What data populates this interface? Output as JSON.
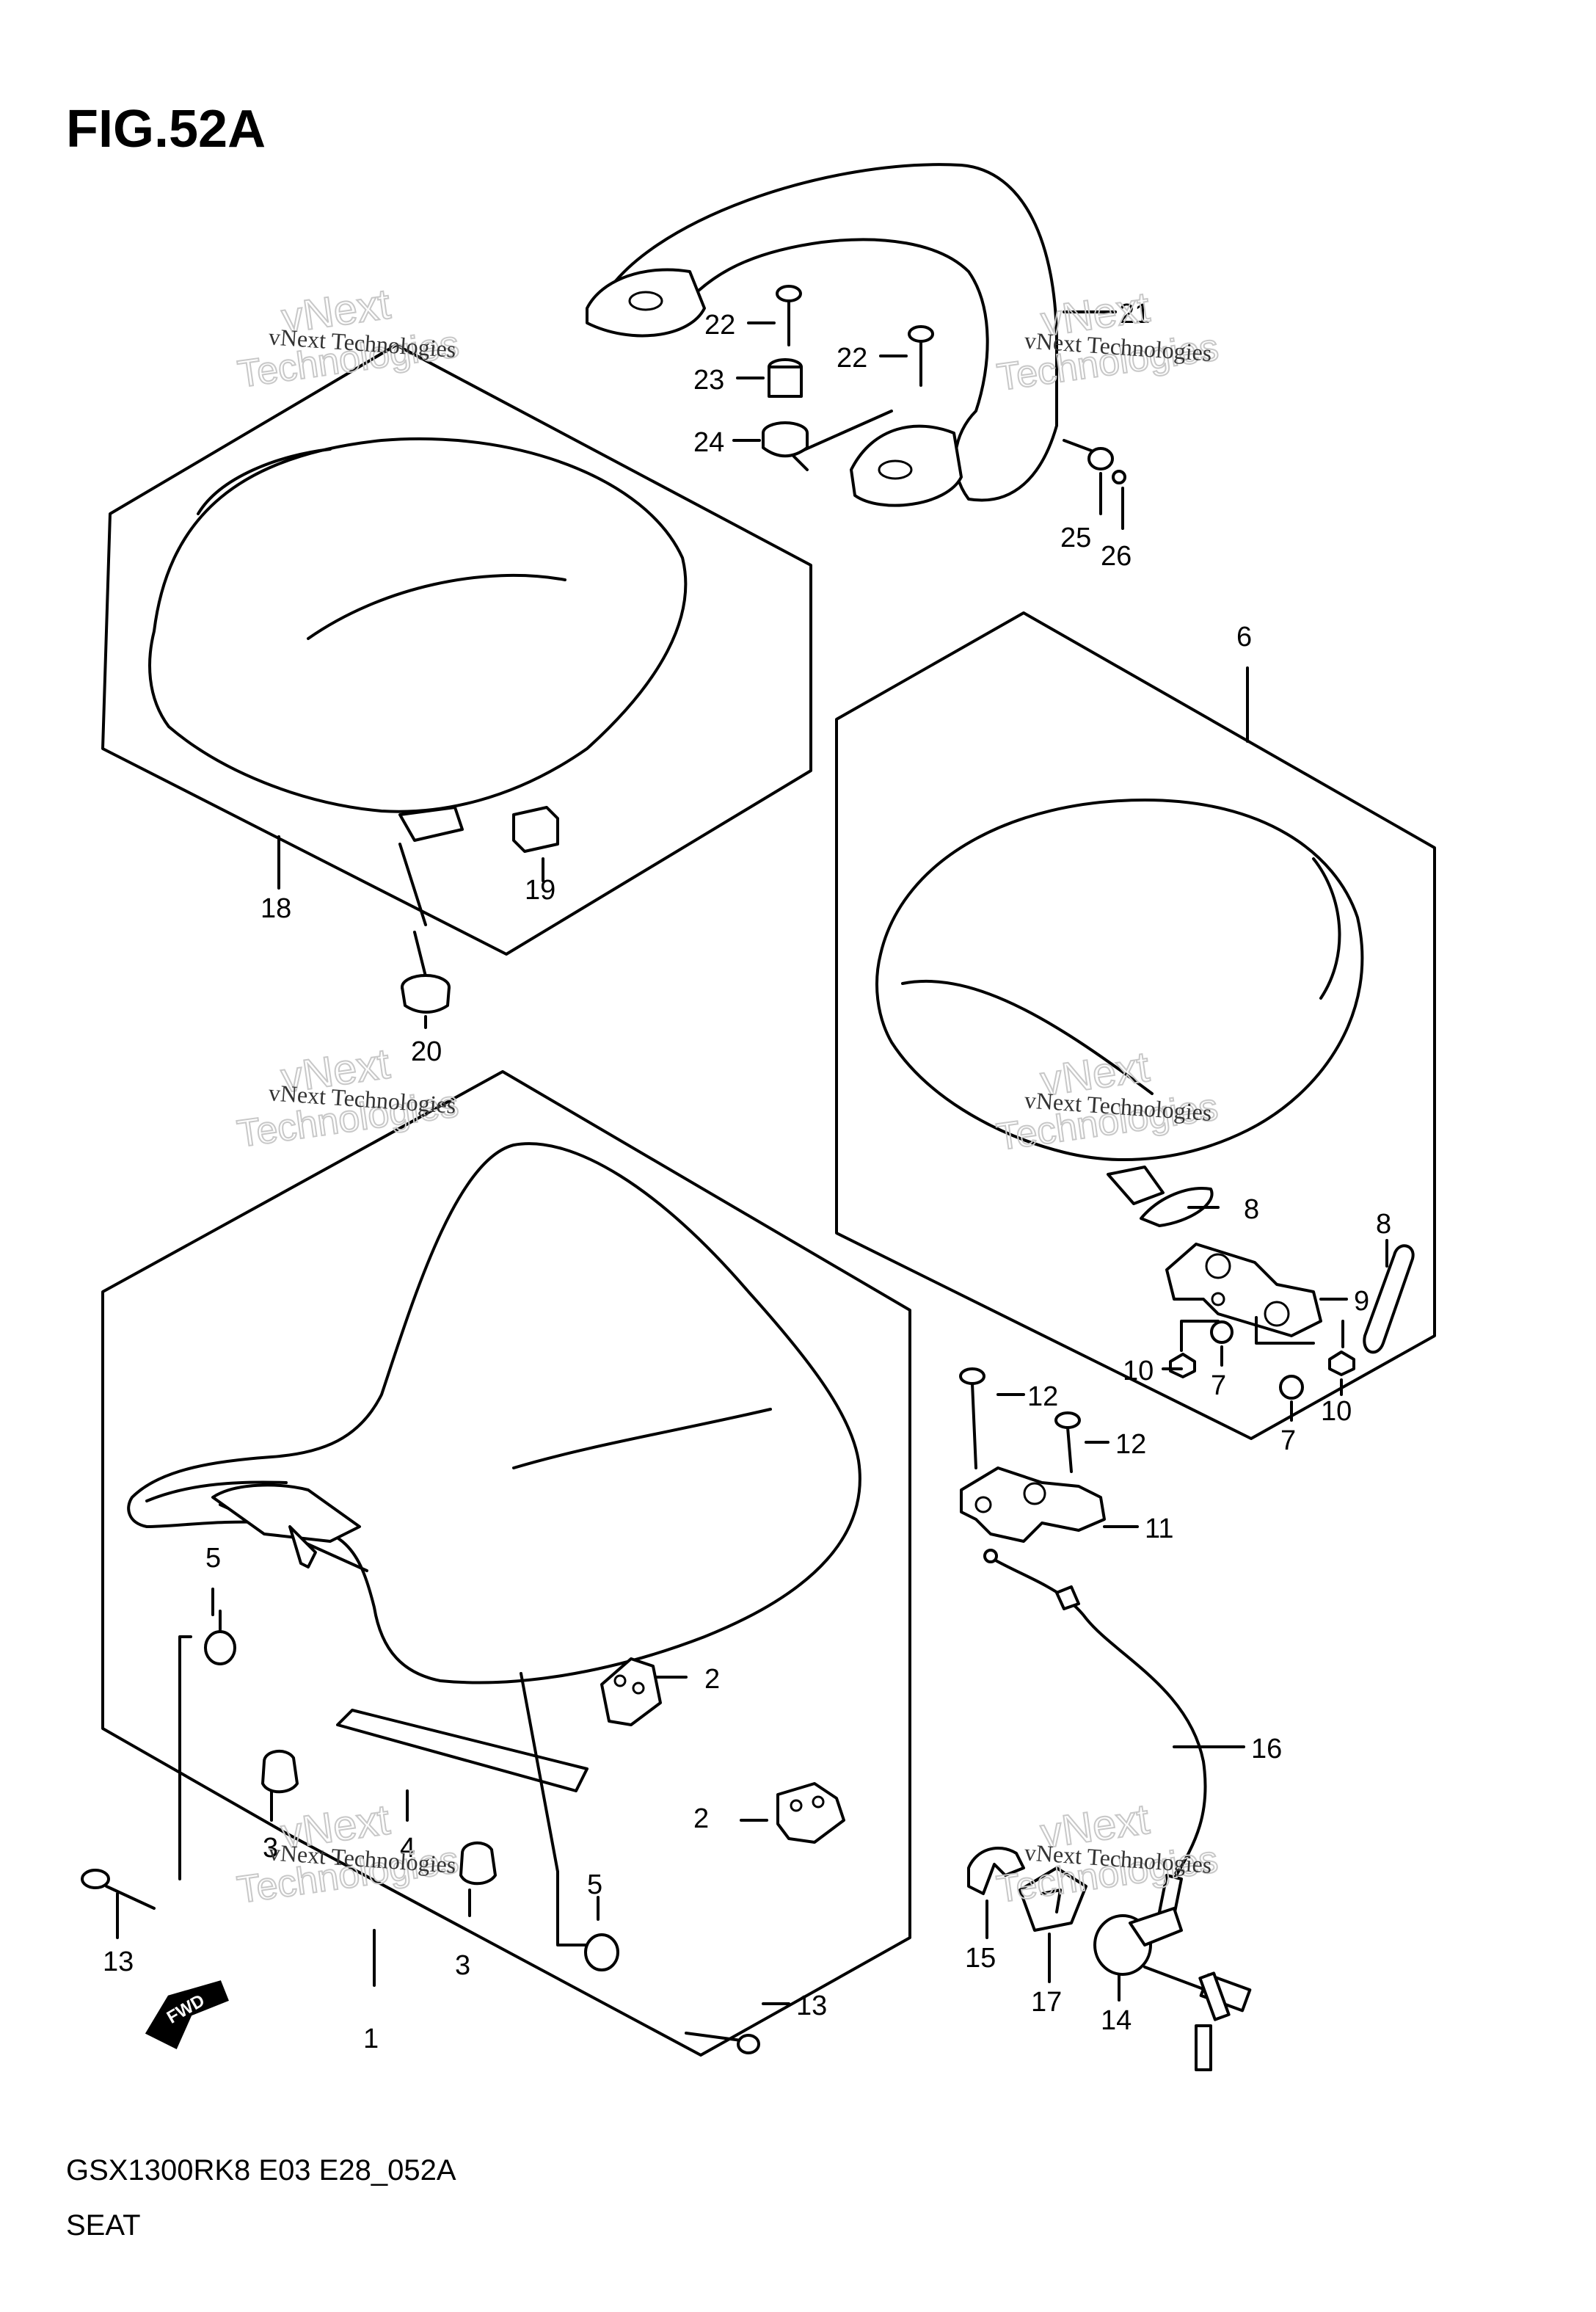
{
  "title": "FIG.52A",
  "footer": {
    "code": "GSX1300RK8 E03 E28_052A",
    "name": "SEAT"
  },
  "watermark": {
    "line1": "vNext Technologies",
    "line2": "vNext",
    "line3": "Technologies"
  },
  "fwd_label": "FWD",
  "callouts": [
    "1",
    "2",
    "2",
    "3",
    "3",
    "4",
    "5",
    "5",
    "6",
    "7",
    "7",
    "8",
    "8",
    "9",
    "10",
    "10",
    "11",
    "12",
    "12",
    "13",
    "13",
    "14",
    "15",
    "16",
    "17",
    "18",
    "19",
    "20",
    "21",
    "22",
    "22",
    "23",
    "24",
    "25",
    "26"
  ]
}
